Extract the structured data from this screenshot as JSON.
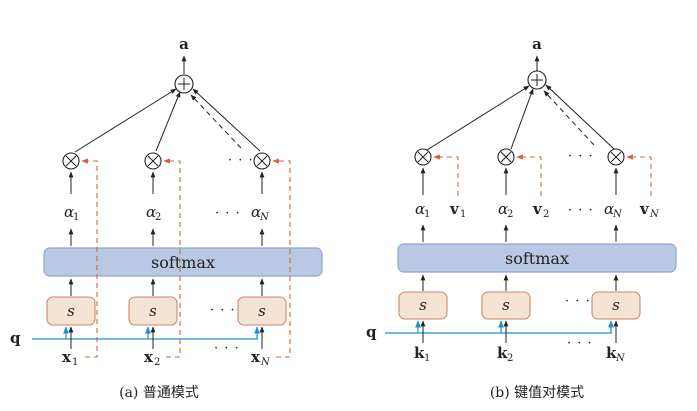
{
  "panel_a": {
    "output": "a",
    "alphas": [
      "α",
      "α",
      "α"
    ],
    "alpha_subs": [
      "1",
      "2",
      "N"
    ],
    "softmax": "softmax",
    "score_fn": "s",
    "query": "q",
    "inputs": [
      "x",
      "x",
      "x"
    ],
    "input_subs": [
      "1",
      "2",
      "N"
    ],
    "ellipsis": "· · ·",
    "caption": "(a) 普通模式"
  },
  "panel_b": {
    "output": "a",
    "alphas": [
      "α",
      "α",
      "α"
    ],
    "alpha_subs": [
      "1",
      "2",
      "N"
    ],
    "values": [
      "v",
      "v",
      "v"
    ],
    "value_subs": [
      "1",
      "2",
      "N"
    ],
    "softmax": "softmax",
    "score_fn": "s",
    "query": "q",
    "keys": [
      "k",
      "k",
      "k"
    ],
    "key_subs": [
      "1",
      "2",
      "N"
    ],
    "ellipsis": "· · ·",
    "caption": "(b) 键值对模式"
  },
  "colors": {
    "softmax_fill": "#b9c9e4",
    "softmax_stroke": "#8fa5cf",
    "score_fill": "#f5e4d3",
    "score_stroke": "#c98a6a",
    "query_line": "#1f8fd6",
    "dashed_red": "#d9603c",
    "arrow": "#222222"
  }
}
